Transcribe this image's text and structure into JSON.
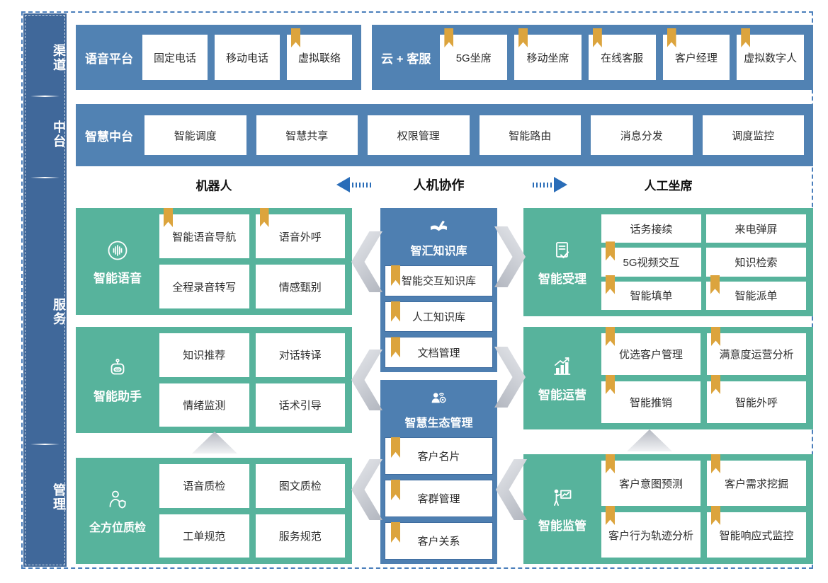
{
  "colors": {
    "frame_dash": "#4a7ebb",
    "sidebar_blue": "#40689a",
    "container_blue": "#5182b3",
    "middle_blue": "#4e7fb1",
    "teal": "#57b39c",
    "bookmark_orange": "#dca43d",
    "arrow_blue": "#2a6db8"
  },
  "sidebar": {
    "items": [
      {
        "label": "渠道"
      },
      {
        "label": "中台"
      },
      {
        "label": "服务"
      },
      {
        "label": "管理"
      }
    ]
  },
  "channel_row": {
    "groups": [
      {
        "title": "语音平台",
        "items": [
          {
            "label": "固定电话",
            "bookmark": false
          },
          {
            "label": "移动电话",
            "bookmark": false
          },
          {
            "label": "虚拟联络",
            "bookmark": true
          }
        ]
      },
      {
        "title": "云 + 客服",
        "items": [
          {
            "label": "5G坐席",
            "bookmark": true
          },
          {
            "label": "移动坐席",
            "bookmark": true
          },
          {
            "label": "在线客服",
            "bookmark": true
          },
          {
            "label": "客户经理",
            "bookmark": true
          },
          {
            "label": "虚拟数字人",
            "bookmark": true
          }
        ]
      }
    ]
  },
  "midplatform_row": {
    "title": "智慧中台",
    "items": [
      {
        "label": "智能调度",
        "bookmark": false
      },
      {
        "label": "智慧共享",
        "bookmark": false
      },
      {
        "label": "权限管理",
        "bookmark": false
      },
      {
        "label": "智能路由",
        "bookmark": false
      },
      {
        "label": "消息分发",
        "bookmark": false
      },
      {
        "label": "调度监控",
        "bookmark": false
      }
    ]
  },
  "collab_header": {
    "left": "机器人",
    "center": "人机协作",
    "right": "人工坐席"
  },
  "robot_column": {
    "blocks": [
      {
        "title": "智能语音",
        "icon": "voice-wave-icon",
        "items": [
          {
            "label": "智能语音导航",
            "bookmark": true
          },
          {
            "label": "语音外呼",
            "bookmark": true
          },
          {
            "label": "全程录音转写",
            "bookmark": false
          },
          {
            "label": "情感甄别",
            "bookmark": false
          }
        ]
      },
      {
        "title": "智能助手",
        "icon": "robot-icon",
        "items": [
          {
            "label": "知识推荐",
            "bookmark": false
          },
          {
            "label": "对话转译",
            "bookmark": false
          },
          {
            "label": "情绪监测",
            "bookmark": false
          },
          {
            "label": "话术引导",
            "bookmark": false
          }
        ]
      },
      {
        "title": "全方位质检",
        "icon": "quality-inspector-icon",
        "items": [
          {
            "label": "语音质检",
            "bookmark": false
          },
          {
            "label": "图文质检",
            "bookmark": false
          },
          {
            "label": "工单规范",
            "bookmark": false
          },
          {
            "label": "服务规范",
            "bookmark": false
          }
        ]
      }
    ]
  },
  "knowledge_column": {
    "blocks": [
      {
        "title": "智汇知识库",
        "icon": "knowledge-book-icon",
        "items": [
          {
            "label": "智能交互知识库",
            "bookmark": true
          },
          {
            "label": "人工知识库",
            "bookmark": true
          },
          {
            "label": "文档管理",
            "bookmark": true
          }
        ]
      },
      {
        "title": "智慧生态管理",
        "icon": "ecosystem-people-icon",
        "items": [
          {
            "label": "客户名片",
            "bookmark": true
          },
          {
            "label": "客群管理",
            "bookmark": true
          },
          {
            "label": "客户关系",
            "bookmark": true
          }
        ]
      }
    ]
  },
  "agent_column": {
    "blocks": [
      {
        "title": "智能受理",
        "icon": "document-check-icon",
        "items": [
          {
            "label": "话务接续",
            "bookmark": false
          },
          {
            "label": "来电弹屏",
            "bookmark": false
          },
          {
            "label": "5G视频交互",
            "bookmark": true
          },
          {
            "label": "知识检索",
            "bookmark": false
          },
          {
            "label": "智能填单",
            "bookmark": true
          },
          {
            "label": "智能派单",
            "bookmark": true
          }
        ]
      },
      {
        "title": "智能运营",
        "icon": "growth-chart-icon",
        "items": [
          {
            "label": "优选客户管理",
            "bookmark": true
          },
          {
            "label": "满意度运营分析",
            "bookmark": true
          },
          {
            "label": "智能推销",
            "bookmark": true
          },
          {
            "label": "智能外呼",
            "bookmark": true
          }
        ]
      },
      {
        "title": "智能监管",
        "icon": "presenter-chart-icon",
        "items": [
          {
            "label": "客户意图预测",
            "bookmark": true
          },
          {
            "label": "客户需求挖掘",
            "bookmark": true
          },
          {
            "label": "客户行为轨迹分析",
            "bookmark": true
          },
          {
            "label": "智能响应式监控",
            "bookmark": true
          }
        ]
      }
    ]
  }
}
